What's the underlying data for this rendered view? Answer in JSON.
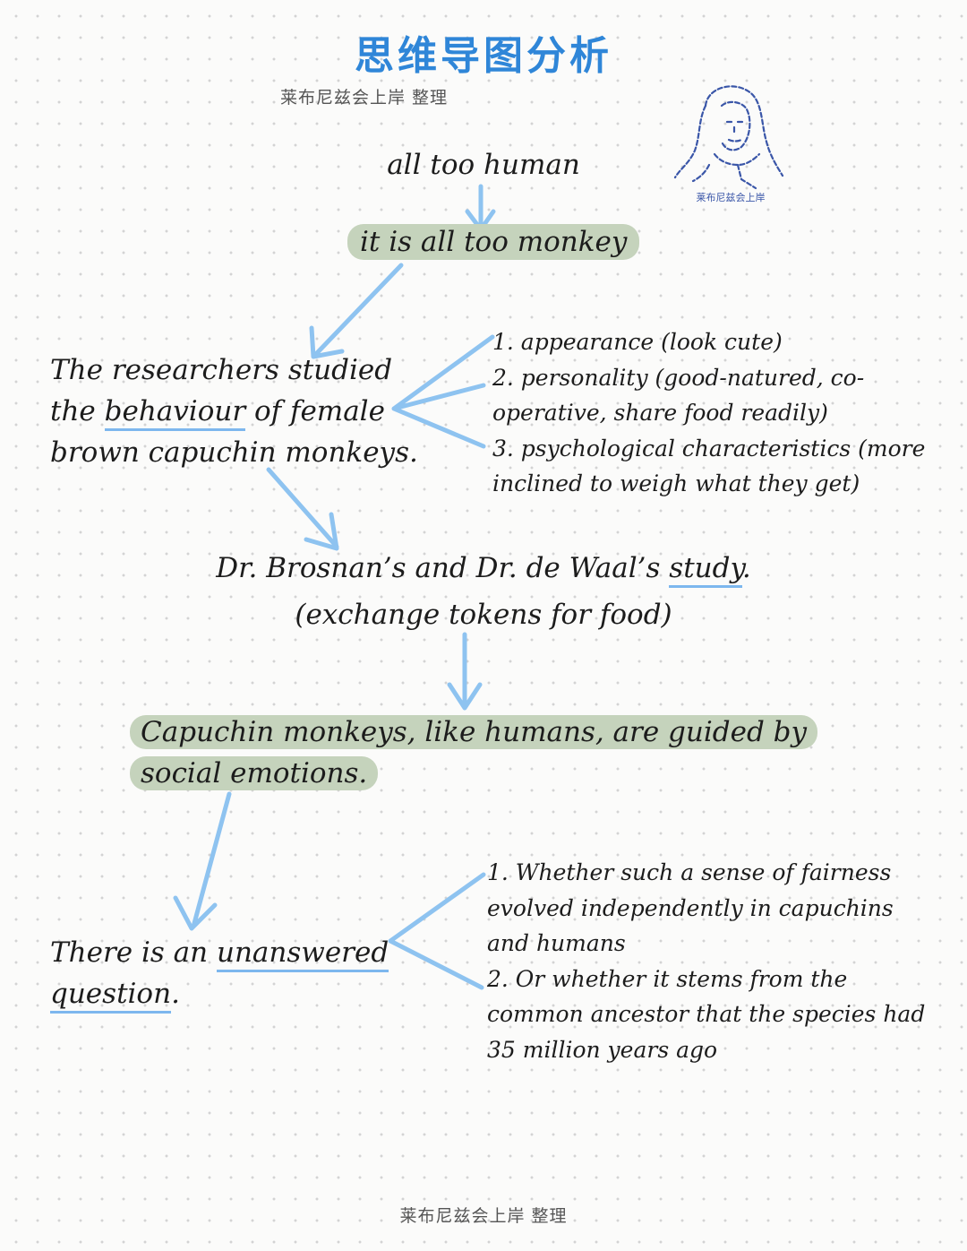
{
  "header": {
    "title": "思维导图分析",
    "subtitle": "莱布尼兹会上岸 整理"
  },
  "footer": {
    "credit": "莱布尼兹会上岸 整理"
  },
  "logo": {
    "caption": "莱布尼兹会上岸",
    "icon": "portrait-sketch-icon"
  },
  "nodes": {
    "top_phrase": "all too human",
    "monkey_phrase": "it is all too monkey",
    "researchers": {
      "part1": "The researchers studied the ",
      "underlined": "behaviour",
      "part2": " of female brown capuchin monkeys."
    },
    "traits": [
      "1. appearance (look cute)",
      "2. personality (good-natured, co-operative, share food readily)",
      "3. psychological characteristics (more inclined to weigh what they get)"
    ],
    "study": {
      "part1": "Dr. Brosnan’s and Dr. de Waal’s ",
      "underlined": "study",
      "part2": ".",
      "line2": "(exchange tokens for food)"
    },
    "capuchin": "Capuchin monkeys, like humans, are guided by social emotions.",
    "question": {
      "part1": "There is an ",
      "underlined": "unanswered question",
      "part2": "."
    },
    "origins": [
      "1. Whether such a sense of fairness evolved independently in capuchins and humans",
      "2. Or whether it stems from the common ancestor that the species had 35 million years ago"
    ]
  },
  "colors": {
    "title": "#2f86d8",
    "arrow": "#8ec3f0",
    "highlight": "#c5d3bc",
    "underline": "#7db7ee"
  }
}
